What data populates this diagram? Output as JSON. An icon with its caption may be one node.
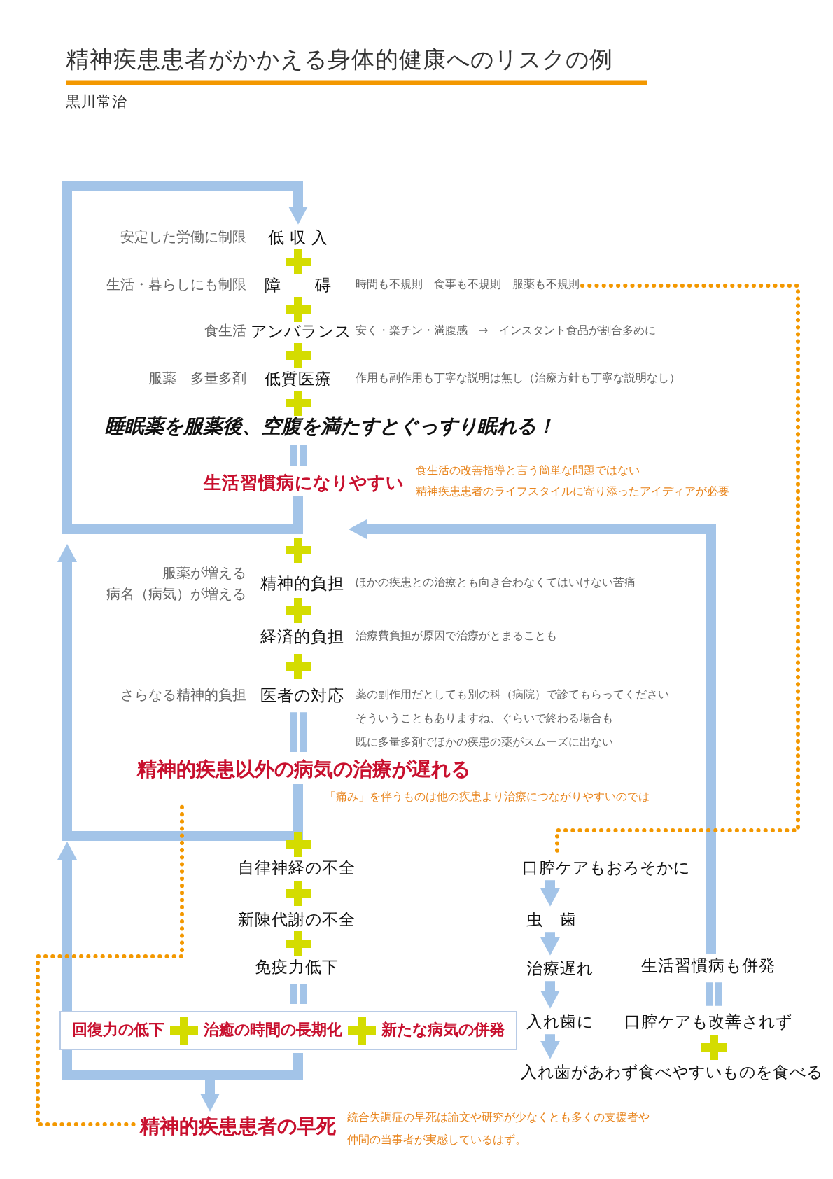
{
  "diagram": {
    "title": "精神疾患患者がかかえる身体的健康へのリスクの例",
    "nodes": [
      {
        "text": [
          "低 収 入"
        ],
        "beside": [
          "安定した労働に制限"
        ]
      },
      {
        "text": [
          "障　　碍"
        ],
        "beside": [
          "生活・暮らしにも制限",
          "時間も不規則　食事も不規則　服薬も不規則"
        ]
      },
      {
        "text": [
          "アンバランス"
        ],
        "beside": [
          "食生活",
          "安く・楽チン・満腹感　→　インスタント食品が割合多めに"
        ]
      },
      {
        "text": [
          "低質医療"
        ],
        "beside": [
          "服薬　多量多剤",
          "作用も副作用も丁寧な説明は無し（治療方針も丁寧な説明なし）"
        ]
      },
      {
        "text": [
          "睡眠薬を服薬後、空腹を満たすとぐっすり眠れる！"
        ]
      },
      {
        "text": [
          "生活習慣病になりやすい"
        ],
        "beside": [
          "食生活の改善指導と言う簡単な問題ではない",
          "精神疾患患者のライフスタイルに寄り添ったアイディアが必要"
        ]
      },
      {
        "text": [
          "精神的負担"
        ],
        "beside": [
          "服薬が増える",
          "病名（病気）が増える",
          "ほかの疾患との治療とも向き合わなくてはいけない苦痛"
        ]
      },
      {
        "text": [
          "経済的負担"
        ],
        "beside": [
          "治療費負担が原因で治療がとまることも"
        ]
      },
      {
        "text": [
          "医者の対応"
        ],
        "beside": [
          "さらなる精神的負担",
          "薬の副作用だとしても別の科（病院）で診てもらってください",
          "そういうこともありますね、ぐらいで終わる場合も",
          "既に多量多剤でほかの疾患の薬がスムーズに出ない"
        ]
      },
      {
        "text": [
          "精神的疾患以外の病気の治療が遅れる"
        ],
        "beside": [
          "「痛み」を伴うものは他の疾患より治療につながりやすいのでは"
        ]
      },
      {
        "text": [
          "自律神経の不全"
        ]
      },
      {
        "text": [
          "新陳代謝の不全"
        ]
      },
      {
        "text": [
          "免疫力低下"
        ]
      },
      {
        "text": [
          "回復力の低下",
          "治癒の時間の長期化",
          "新たな病気の併発"
        ]
      },
      {
        "text": [
          "精神的疾患患者の早死"
        ],
        "beside": [
          "統合失調症の早死は論文や研究が少なくとも多くの支援者や",
          "仲間の当事者が実感しているはず。"
        ]
      },
      {
        "text": [
          "口腔ケアもおろそかに"
        ]
      },
      {
        "text": [
          "虫　歯"
        ]
      },
      {
        "text": [
          "治療遅れ"
        ]
      },
      {
        "text": [
          "入れ歯に"
        ]
      },
      {
        "text": [
          "入れ歯があわず食べやすいものを食べる"
        ]
      },
      {
        "text": [
          "生活習慣病も併発"
        ]
      },
      {
        "text": [
          "口腔ケアも改善されず"
        ]
      }
    ],
    "edges": [
      {
        "from": 5,
        "to": 0,
        "arrow": "to"
      },
      {
        "from": 9,
        "to": 6,
        "arrow": "to"
      },
      {
        "from": 13,
        "to": null,
        "arrow": "to"
      },
      {
        "from": 13,
        "to": 14,
        "arrow": "to"
      },
      {
        "from": 20,
        "to": 6,
        "arrow": "to"
      },
      {
        "from": 15,
        "to": 16,
        "arrow": "to"
      },
      {
        "from": 16,
        "to": 17,
        "arrow": "to"
      },
      {
        "from": 17,
        "to": 18,
        "arrow": "to"
      },
      {
        "from": 18,
        "to": 19,
        "arrow": "to"
      },
      {
        "from": 1,
        "to": 15,
        "arrow": "none",
        "style": "dashed",
        "color": "#f39800"
      },
      {
        "from": 9,
        "to": 14,
        "arrow": "none",
        "style": "dashed",
        "color": "#f39800"
      },
      {
        "from": 4,
        "to": 5,
        "arrow": "none"
      },
      {
        "from": 8,
        "to": 9,
        "arrow": "none"
      },
      {
        "from": 12,
        "to": 13,
        "arrow": "none"
      },
      {
        "from": 20,
        "to": 21,
        "arrow": "none"
      }
    ],
    "labels": [
      "黒川常治"
    ]
  }
}
